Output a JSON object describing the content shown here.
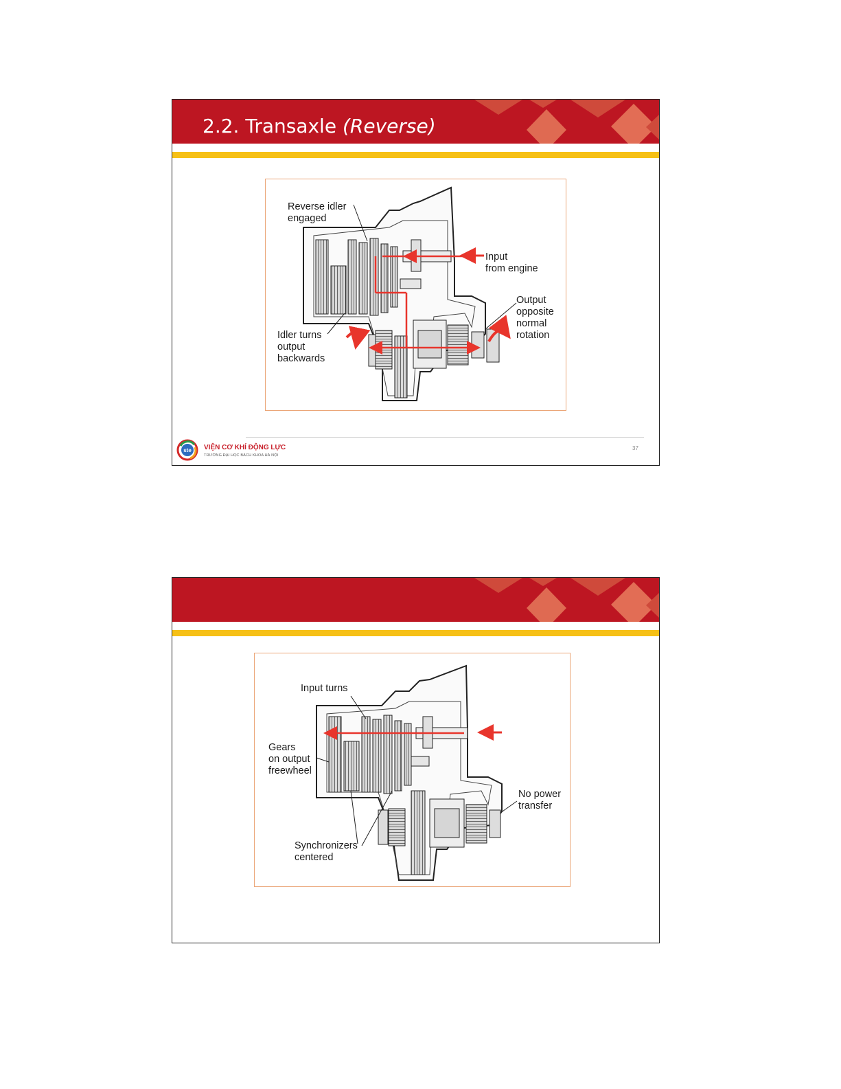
{
  "slides": [
    {
      "title_main": "2.2. Transaxle ",
      "title_italic": "(Reverse)",
      "figure": {
        "labels": {
          "reverse_idler": [
            "Reverse idler",
            "engaged"
          ],
          "input": [
            "Input",
            "from engine"
          ],
          "output": [
            "Output",
            "opposite",
            "normal",
            "rotation"
          ],
          "idler": [
            "Idler turns",
            "output",
            "backwards"
          ]
        }
      },
      "footer": {
        "institute_name": "VIỆN CƠ KHÍ ĐỘNG LỰC",
        "institute_sub": "TRƯỜNG ĐẠI HỌC BÁCH KHOA HÀ NỘI",
        "logo_text": "ste",
        "page_number": "37"
      }
    },
    {
      "title_main": "",
      "figure": {
        "labels": {
          "input_turns": "Input turns",
          "gears": [
            "Gears",
            "on output",
            "freewheel"
          ],
          "no_power": [
            "No power",
            "transfer"
          ],
          "synchronizers": [
            "Synchronizers",
            "centered"
          ]
        }
      }
    }
  ],
  "colors": {
    "header_red": "#bd1622",
    "gold_band": "#f6c016",
    "figure_border": "#eba678",
    "arrow_red": "#e8352c"
  }
}
